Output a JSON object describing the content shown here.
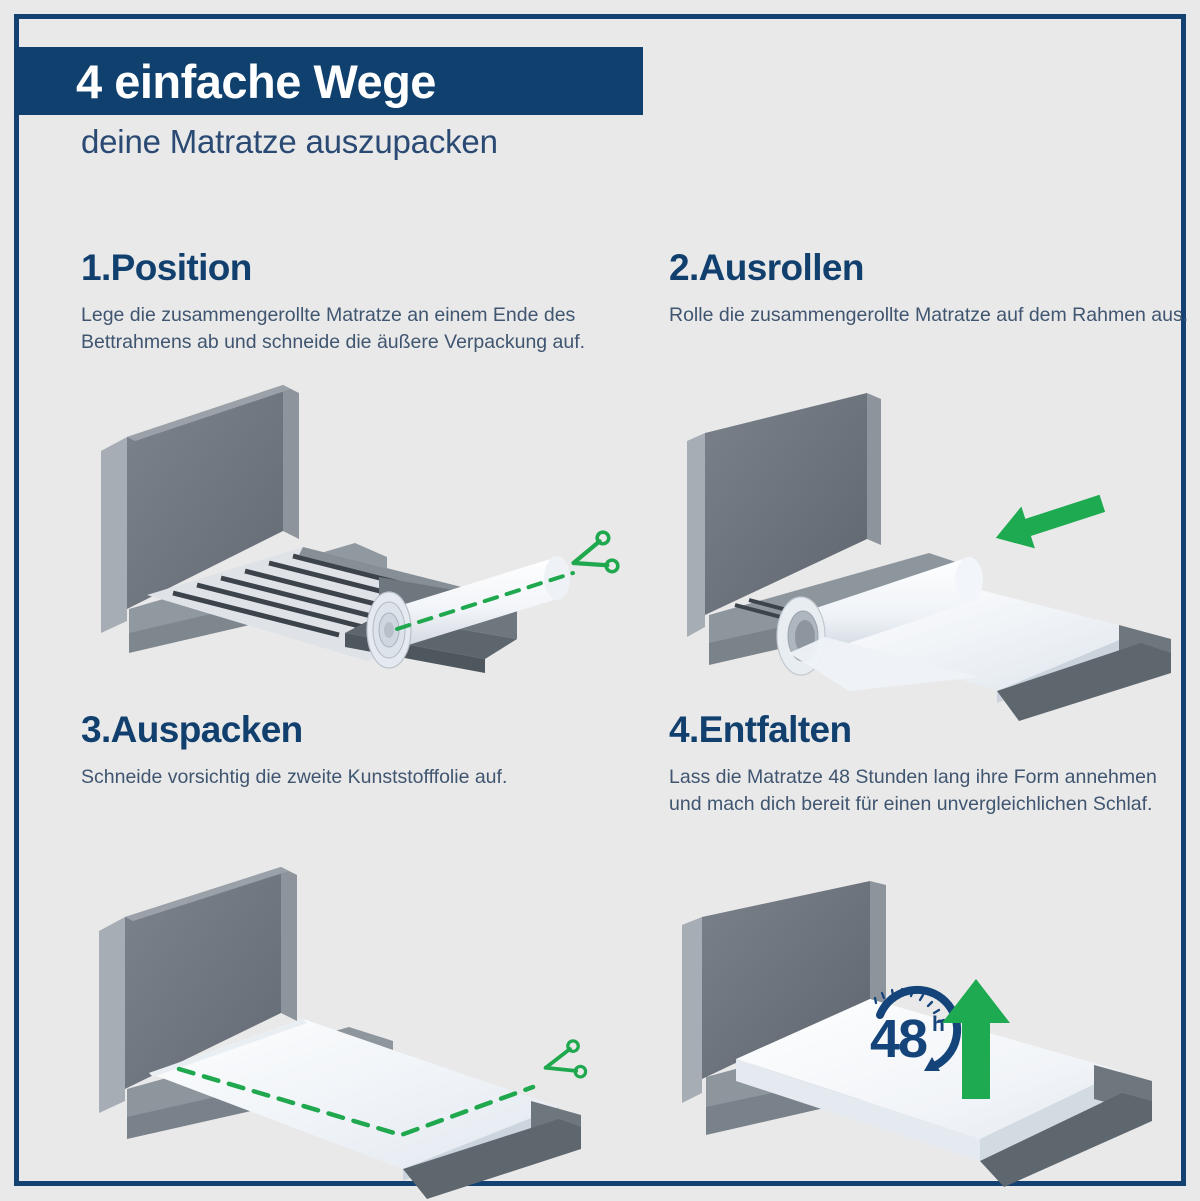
{
  "page": {
    "title": "4 einfache Wege",
    "subtitle": "deine Matratze auszupacken",
    "background_color": "#e9e9e9",
    "frame_color": "#134172",
    "banner_color": "#10406e",
    "heading_color": "#12406e",
    "body_text_color": "#3f5570",
    "accent_green": "#1eaa50",
    "bed_frame_gray": "#8a9199",
    "headboard_gray": "#6d747d",
    "mattress_white": "#f4f6f9"
  },
  "steps": [
    {
      "number": "1.",
      "heading": "1.Position",
      "body": "Lege die zusammengerollte Matratze an einem Ende des Bettrahmens ab und schneide die äußere Verpackung auf.",
      "illustration": "bed-with-rolled-mattress-and-scissors",
      "markers": [
        "green-dashed-cut-line",
        "scissors-icon"
      ]
    },
    {
      "number": "2.",
      "heading": "2.Ausrollen",
      "body": "Rolle die zusammengerollte Matratze auf dem Rahmen aus.",
      "illustration": "bed-with-unrolling-mattress-and-arrow",
      "markers": [
        "green-arrow-left"
      ]
    },
    {
      "number": "3.",
      "heading": "3.Auspacken",
      "body": "Schneide vorsichtig die zweite Kunststofffolie auf.",
      "illustration": "bed-with-flat-mattress-and-dashed-outline",
      "markers": [
        "green-dashed-cut-line",
        "scissors-icon"
      ]
    },
    {
      "number": "4.",
      "heading": "4.Entfalten",
      "body": "Lass die Matratze 48 Stunden lang ihre Form annehmen und mach dich bereit für einen unvergleichlichen Schlaf.",
      "illustration": "bed-with-expanding-mattress-and-48h-badge",
      "markers": [
        "green-arrow-up",
        "48h-badge"
      ],
      "badge": {
        "value": "48",
        "unit": "h"
      }
    }
  ]
}
